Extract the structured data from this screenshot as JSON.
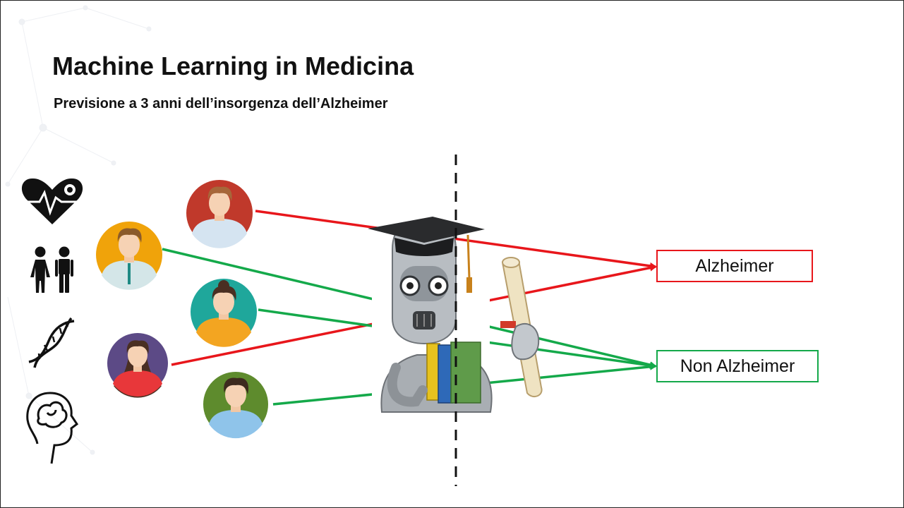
{
  "slide": {
    "title": "Machine Learning in Medicina",
    "subtitle": "Previsione a 3 anni dell’insorgenza dell’Alzheimer"
  },
  "labels": {
    "alzheimer": "Alzheimer",
    "non_alzheimer": "Non Alzheimer"
  },
  "colors": {
    "alzheimer": "#e8161b",
    "non_alzheimer": "#14a94a",
    "text": "#111111"
  },
  "left_icons": [
    "heart-rate-icon",
    "couple-icon",
    "dna-icon",
    "brain-head-icon"
  ],
  "patients": [
    {
      "id": "patient-1",
      "bg": "#c0392b",
      "outcome": "Alzheimer"
    },
    {
      "id": "patient-2",
      "bg": "#f0a30a",
      "outcome": "Non Alzheimer"
    },
    {
      "id": "patient-3",
      "bg": "#1fa79b",
      "outcome": "Non Alzheimer"
    },
    {
      "id": "patient-4",
      "bg": "#5c4a86",
      "outcome": "Alzheimer"
    },
    {
      "id": "patient-5",
      "bg": "#5e8b2d",
      "outcome": "Non Alzheimer"
    }
  ],
  "center_image": "graduate-robot-icon"
}
